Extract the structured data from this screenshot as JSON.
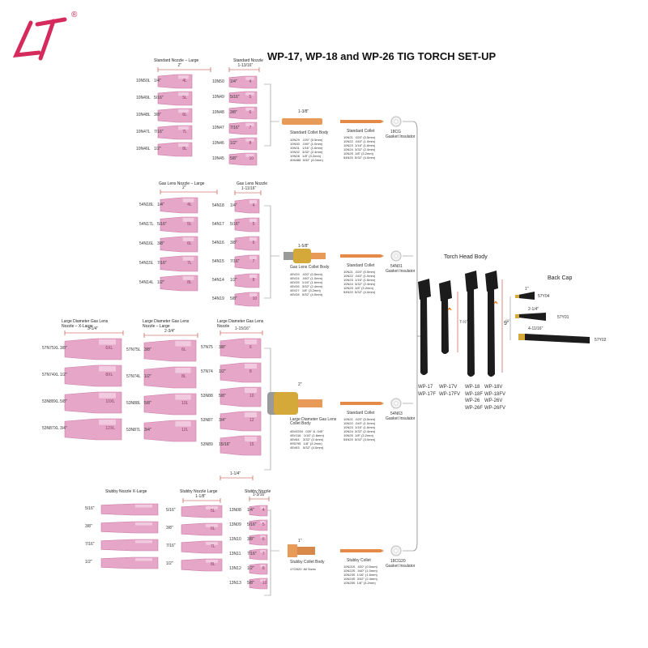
{
  "colors": {
    "nozzle": "#e6a6c8",
    "nozzle_dark": "#c97aa6",
    "copper": "#e89a58",
    "brass": "#d4a93a",
    "torch": "#1c1c1c",
    "logo": "#d42a5c",
    "line": "#888888"
  },
  "logo": {
    "registered": "®"
  },
  "title": "WP-17, WP-18 and WP-26 TIG TORCH SET-UP",
  "sections": {
    "std_large": {
      "header": "Standard Nozzle – Large",
      "dim": "2\"",
      "items": [
        {
          "code": "10N50L",
          "size": "1/4\""
        },
        {
          "code": "10N49L",
          "size": "5/16\""
        },
        {
          "code": "10N48L",
          "size": "3/8\""
        },
        {
          "code": "10N47L",
          "size": "7/16\""
        },
        {
          "code": "10N46L",
          "size": "1/2\""
        }
      ],
      "marks": [
        "4L",
        "5L",
        "6L",
        "7L",
        "8L"
      ]
    },
    "std": {
      "header": "Standard Nozzle",
      "dim": "1-13/16\"",
      "items": [
        {
          "code": "10N50",
          "size": "1/4\""
        },
        {
          "code": "10N49",
          "size": "5/16\""
        },
        {
          "code": "10N48",
          "size": "3/8\""
        },
        {
          "code": "10N47",
          "size": "7/16\""
        },
        {
          "code": "10N46",
          "size": "1/2\""
        },
        {
          "code": "10N45",
          "size": "5/8\""
        }
      ],
      "marks": [
        "4",
        "5",
        "6",
        "7",
        "8",
        "10"
      ]
    },
    "gas_large": {
      "header": "Gas Lens Nozzle – Large",
      "dim": "2\"",
      "items": [
        {
          "code": "54N18L",
          "size": "1/4\""
        },
        {
          "code": "54N17L",
          "size": "5/16\""
        },
        {
          "code": "54N16L",
          "size": "3/8\""
        },
        {
          "code": "54N15L",
          "size": "7/16\""
        },
        {
          "code": "54N14L",
          "size": "1/2\""
        }
      ],
      "marks": [
        "4L",
        "5L",
        "6L",
        "7L",
        "8L"
      ]
    },
    "gas": {
      "header": "Gas Lens Nozzle",
      "dim": "1-11/16\"",
      "items": [
        {
          "code": "54N18",
          "size": "1/4\""
        },
        {
          "code": "54N17",
          "size": "5/16\""
        },
        {
          "code": "54N16",
          "size": "3/8\""
        },
        {
          "code": "54N15",
          "size": "7/16\""
        },
        {
          "code": "54N14",
          "size": "1/2\""
        },
        {
          "code": "54N19",
          "size": "5/8\""
        }
      ],
      "marks": [
        "4",
        "5",
        "6",
        "7",
        "8",
        "10"
      ]
    },
    "ld_xl": {
      "header": "Large Diameter Gas Lens Nozzle – X-Large",
      "dim": "3-1/4\"",
      "items": [
        {
          "code": "57N75XL",
          "size": "3/8\""
        },
        {
          "code": "57N74XL",
          "size": "1/2\""
        },
        {
          "code": "53N88XL",
          "size": "5/8\""
        },
        {
          "code": "53N87XL",
          "size": "3/4\""
        }
      ],
      "marks": [
        "6XL",
        "8XL",
        "10XL",
        "12XL"
      ]
    },
    "ld_large": {
      "header": "Large Diameter Gas Lens Nozzle – Large",
      "dim": "2-3/4\"",
      "items": [
        {
          "code": "57N75L",
          "size": "3/8\""
        },
        {
          "code": "57N74L",
          "size": "1/2\""
        },
        {
          "code": "53N88L",
          "size": "5/8\""
        },
        {
          "code": "53N87L",
          "size": "3/4\""
        }
      ],
      "marks": [
        "6L",
        "8L",
        "10L",
        "12L"
      ]
    },
    "ld": {
      "header": "Large Diameter Gas Lens Nozzle",
      "dim": "1-15/16\"",
      "dim2": "1-1/4\"",
      "items": [
        {
          "code": "57N75",
          "size": "3/8\""
        },
        {
          "code": "57N74",
          "size": "1/2\""
        },
        {
          "code": "53N88",
          "size": "5/8\""
        },
        {
          "code": "53N87",
          "size": "3/4\""
        },
        {
          "code": "53N89",
          "size": "15/16\""
        }
      ],
      "marks": [
        "6",
        "8",
        "10",
        "12",
        "15"
      ]
    },
    "stubby_xl": {
      "header": "Stubby Nozzle X-Large",
      "items": [
        "5/16\"",
        "3/8\"",
        "7/16\"",
        "1/2\""
      ]
    },
    "stubby_large": {
      "header": "Stubby Nozzle Large",
      "dim": "1-1/8\"",
      "items": [
        "5/16\"",
        "3/8\"",
        "7/16\"",
        "1/2\""
      ],
      "marks": [
        "5L",
        "6L",
        "7L",
        "8L"
      ]
    },
    "stubby": {
      "header": "Stubby Nozzle",
      "dim": "1-3/16\"",
      "items": [
        {
          "code": "13N08",
          "size": "1/4\""
        },
        {
          "code": "13N09",
          "size": "5/16\""
        },
        {
          "code": "13N10",
          "size": "3/8\""
        },
        {
          "code": "13N11",
          "size": "7/16\""
        },
        {
          "code": "13N12",
          "size": "1/2\""
        },
        {
          "code": "13N13",
          "size": "5/8\""
        }
      ],
      "marks": [
        "4",
        "5",
        "6",
        "7",
        "8",
        "10"
      ]
    }
  },
  "bodies": [
    {
      "title": "Standard Collet Body",
      "dim": "1-3/8\"",
      "lines": "10N29   .020\" (0.5mm)\n10N30   .040\" (1.0mm)\n10N31   1/16\" (1.6mm)\n10N32   3/32\" (2.4mm)\n10N28   1/8\" (3.2mm)\n406488  5/32\" (4.0mm)"
    },
    {
      "title": "Gas Lens Collet Body",
      "dim": "1-5/8\"",
      "lines": "45V29   .020\" (0.5mm)\n45V24   .040\" (1.0mm)\n45V25   1/16\" (1.6mm)\n45V26   3/32\" (2.4mm)\n45V27   1/8\" (3.2mm)\n45V28   5/32\" (4.0mm)"
    },
    {
      "title": "Large Diameter Gas Lens Collet Body",
      "dim": "2\"",
      "lines": "45V0204  .020\" & .040\"\n45V116   1/16\" (1.6mm)\n45V64    3/32\" (2.4mm)\n995795   1/8\" (3.2mm)\n45V63    5/32\" (4.0mm)"
    },
    {
      "title": "Stubby Collet Body",
      "dim": "1\"",
      "lines": "17CB20  All Sizes"
    }
  ],
  "collets": [
    {
      "title": "Standard Collet",
      "lines": "10N21  .020\" (0.5mm)\n10N22  .040\" (1.0mm)\n10N23  1/16\" (1.6mm)\n10N24  3/32\" (2.4mm)\n10N25  1/8\" (3.2mm)\n54N20  5/32\" (4.0mm)"
    },
    {
      "title": "Standard Collet",
      "lines": "10N21  .020\" (0.5mm)\n10N22  .040\" (1.0mm)\n10N23  1/16\" (1.6mm)\n10N24  3/32\" (2.4mm)\n10N25  1/8\" (3.2mm)\n54N20  5/32\" (4.0mm)"
    },
    {
      "title": "Standard Collet",
      "lines": "10N21  .020\" (0.5mm)\n10N22  .040\" (1.0mm)\n10N23  1/16\" (1.6mm)\n10N24  3/32\" (2.4mm)\n10N25  1/8\" (3.2mm)\n54N20  5/32\" (4.0mm)"
    },
    {
      "title": "Stubby Collet",
      "lines": "10N21S  .020\" (0.5mm)\n10N22S  .040\" (1.0mm)\n10N23S  1/16\" (1.6mm)\n10N24S  3/32\" (2.4mm)\n10N25S  1/8\" (3.2mm)"
    }
  ],
  "insulators": [
    {
      "code": "18CG",
      "title": "Gasket Insulator"
    },
    {
      "code": "54N01",
      "title": "Gasket Insulator"
    },
    {
      "code": "54N63",
      "title": "Gasket Insulator"
    },
    {
      "code": "18CG20",
      "title": "Gasket Insulator"
    }
  ],
  "torch": {
    "header": "Torch Head Body",
    "dim1": "7-½\"",
    "dim2": "9\"",
    "labels": [
      "WP-17\nWP-17F",
      "WP-17V\nWP-17FV",
      "WP-18\nWP-18F\nWP-26\nWP-26F",
      "WP-18V\nWP-18FV\nWP-26V\nWP-26FV"
    ]
  },
  "backcap": {
    "header": "Back Cap",
    "items": [
      {
        "dim": "1\"",
        "code": "57Y04"
      },
      {
        "dim": "2-1/4\"",
        "code": "57Y01"
      },
      {
        "dim": "4-11/16\"",
        "code": "57Y02"
      }
    ]
  }
}
